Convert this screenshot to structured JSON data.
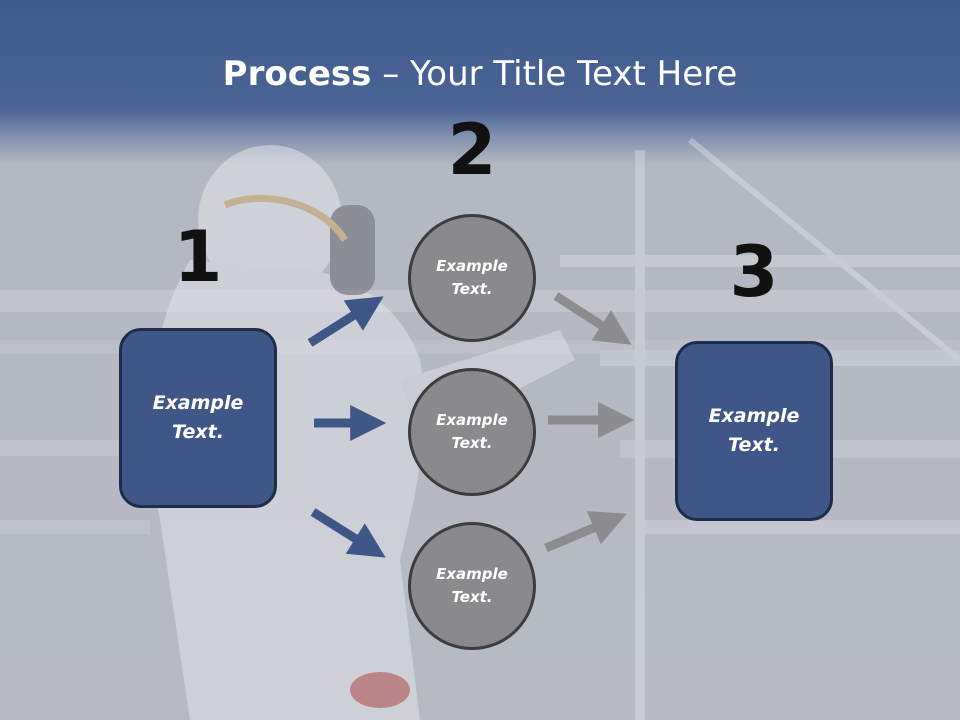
{
  "slide": {
    "title_bold": "Process",
    "title_sep": " – ",
    "title_rest": "Your Title Text Here"
  },
  "steps": [
    {
      "number": "1",
      "label": "Example\nText."
    },
    {
      "number": "2",
      "label": "Example\nText."
    },
    {
      "number": "3",
      "label": "Example\nText."
    }
  ],
  "circles": [
    {
      "label": "Example\nText."
    },
    {
      "label": "Example\nText."
    },
    {
      "label": "Example\nText."
    }
  ],
  "colors": {
    "box_fill": "#3f5787",
    "circle_fill": "#8a8a8c",
    "arrow_blue": "#3f5787",
    "arrow_gray": "#8c8c8e",
    "header": "#3e5a8c"
  }
}
